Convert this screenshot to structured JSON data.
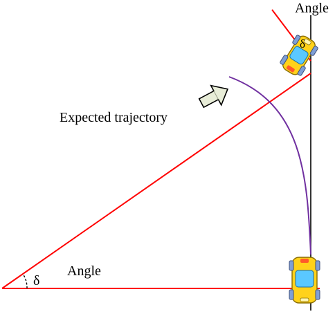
{
  "labels": {
    "angle_top": "Angle",
    "angle_bottom": "Angle",
    "trajectory": "Expected trajectory",
    "delta_bottom": "δ",
    "delta_top": "δ"
  },
  "colors": {
    "sight_line": "#ff0000",
    "trajectory": "#7030a0",
    "reference_line": "#000000",
    "arrow_fill": "#e8edd8",
    "car_body": "#ffd21a",
    "car_trim": "#7f9fd6",
    "car_window": "#5ac8ff"
  },
  "icons": {
    "vehicle": "car-icon",
    "direction": "block-arrow-icon"
  }
}
